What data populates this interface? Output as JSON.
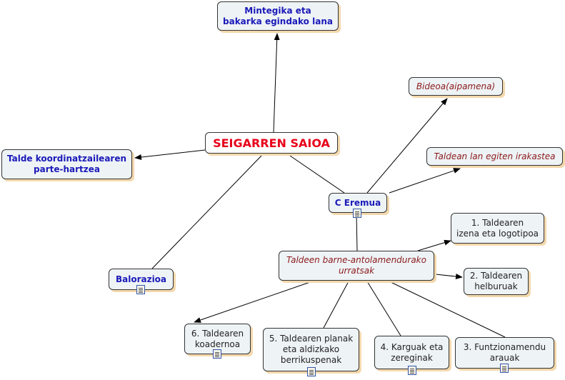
{
  "nodes": {
    "center": "SEIGARREN SAIOA",
    "mintegika_line1": "Mintegika eta",
    "mintegika_line2": "bakarka egindako lana",
    "talde_koord_line1": "Talde koordinatzailearen",
    "talde_koord_line2": "parte-hartzea",
    "balorazioa": "Balorazioa",
    "c_eremua": "C Eremua",
    "bideoa": "Bideoa(aipamena)",
    "taldean": "Taldean lan egiten irakastea",
    "barne_line1": "Taldeen barne-antolamendurako",
    "barne_line2": "urratsak",
    "step1_line1": "1. Taldearen",
    "step1_line2": "izena eta logotipoa",
    "step2_line1": "2. Taldearen",
    "step2_line2": "helburuak",
    "step3_line1": "3. Funtzionamendu",
    "step3_line2": "arauak",
    "step4_line1": "4. Karguak eta",
    "step4_line2": "zereginak",
    "step5_line1": "5. Taldearen planak",
    "step5_line2": "eta aldizkako",
    "step5_line3": "berrikuspenak",
    "step6_line1": "6. Taldearen",
    "step6_line2": "koadernoa"
  },
  "colors": {
    "center_text": "#e8001a",
    "blue_text": "#1a1ab8",
    "italic_text": "#8b1a1a",
    "node_fill": "#eef3f6",
    "shadow": "#f3d8ad"
  },
  "icons": [
    "resource-doc-icon"
  ]
}
